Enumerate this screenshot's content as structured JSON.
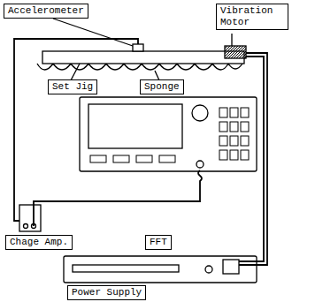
{
  "diagram": {
    "nodes": [
      {
        "text": [
          "Accelerometer"
        ]
      },
      {
        "text": [
          "Vibration Motor"
        ]
      },
      {
        "text": [
          "Set Jig"
        ]
      },
      {
        "text": [
          "Sponge"
        ]
      },
      {
        "text": [
          "Chage Amp."
        ]
      },
      {
        "text": [
          "FFT"
        ]
      },
      {
        "text": [
          "Power Supply"
        ]
      }
    ]
  }
}
